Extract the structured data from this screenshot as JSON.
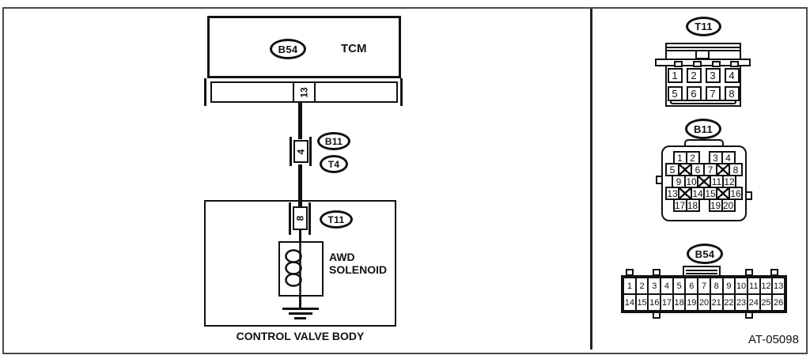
{
  "page": {
    "figure_id": "AT-05098",
    "ink_color": "#111111",
    "background_color": "#ffffff"
  },
  "schematic": {
    "tcm": {
      "connector_oval": "B54",
      "label": "TCM",
      "pin": "13"
    },
    "inline_connector": {
      "pin": "4",
      "oval_top": "B11",
      "oval_bottom": "T4"
    },
    "valve_inlet_connector": {
      "pin": "8",
      "oval": "T11"
    },
    "solenoid": {
      "line1": "AWD",
      "line2": "SOLENOID"
    },
    "valve_body_label": "CONTROL VALVE BODY"
  },
  "pinouts": {
    "t11": {
      "title": "T11",
      "rows": [
        [
          "1",
          "2",
          "3",
          "4"
        ],
        [
          "5",
          "6",
          "7",
          "8"
        ]
      ]
    },
    "b11": {
      "title": "B11",
      "rows": [
        [
          "1",
          "2",
          "GAP",
          "3",
          "4"
        ],
        [
          "5",
          "X",
          "6",
          "7",
          "X",
          "8"
        ],
        [
          "9",
          "10",
          "X",
          "11",
          "12"
        ],
        [
          "13",
          "X",
          "14",
          "15",
          "X",
          "16"
        ],
        [
          "17",
          "18",
          "GAP",
          "19",
          "20"
        ]
      ]
    },
    "b54": {
      "title": "B54",
      "rows": [
        [
          "1",
          "2",
          "3",
          "4",
          "5",
          "6",
          "7",
          "8",
          "9",
          "10",
          "11",
          "12",
          "13"
        ],
        [
          "14",
          "15",
          "16",
          "17",
          "18",
          "19",
          "20",
          "21",
          "22",
          "23",
          "24",
          "25",
          "26"
        ]
      ]
    }
  }
}
